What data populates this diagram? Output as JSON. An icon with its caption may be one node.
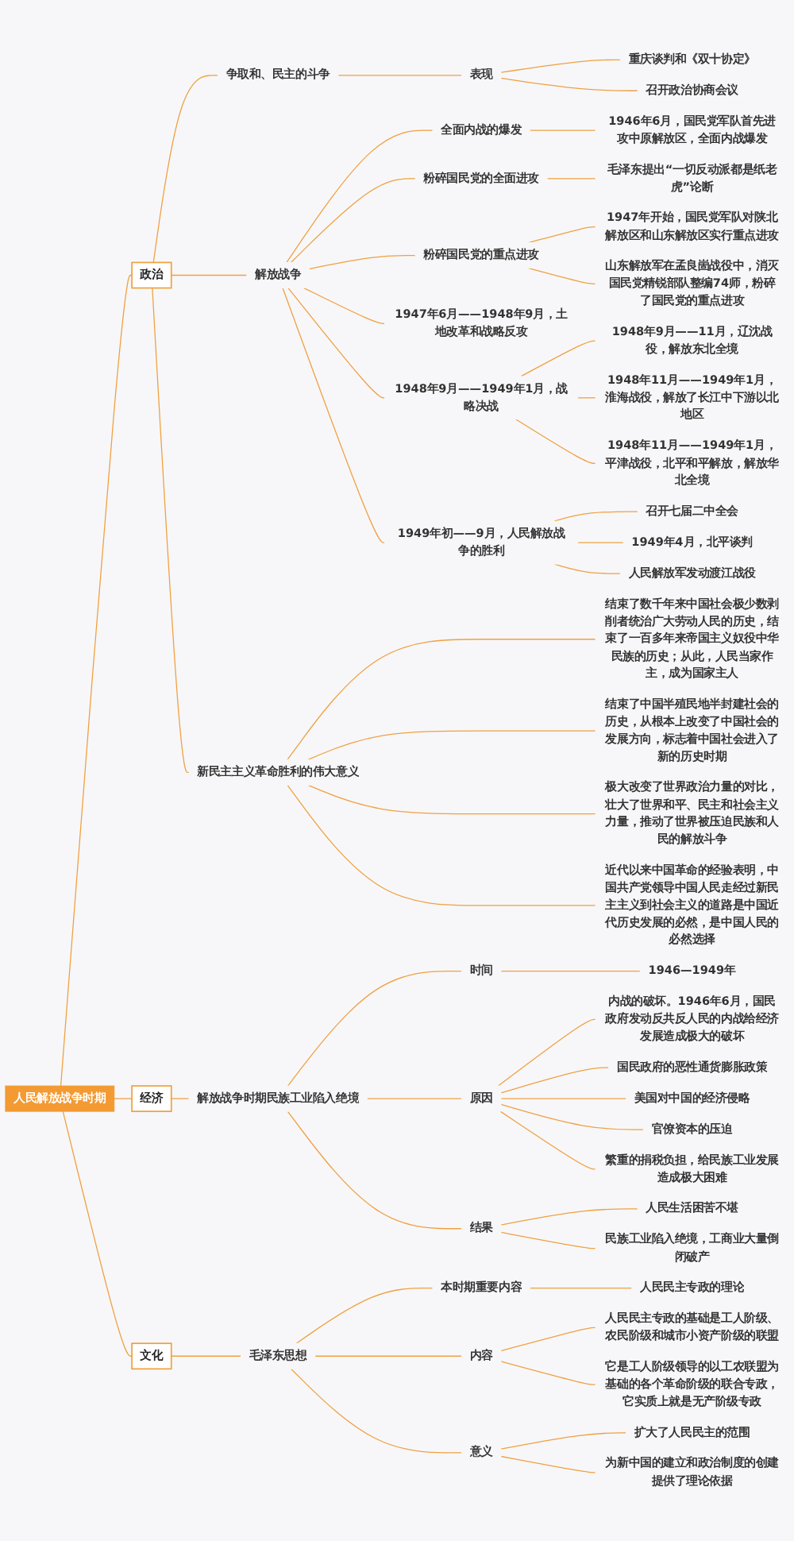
{
  "diagram": {
    "nodes": [
      {
        "text": [
          "人民解放战争时期"
        ]
      },
      {
        "text": [
          "政治"
        ]
      },
      {
        "text": [
          "争取和、民主的斗争"
        ]
      },
      {
        "text": [
          "表现"
        ]
      },
      {
        "text": [
          "重庆谈判和《双十协定》"
        ]
      },
      {
        "text": [
          "召开政治协商会议"
        ]
      },
      {
        "text": [
          "解放战争"
        ]
      },
      {
        "text": [
          "全面内战的爆发"
        ]
      },
      {
        "text": [
          "1946年6月，国民党军队首先进攻中原解放区，全面内战爆发"
        ]
      },
      {
        "text": [
          "粉碎国民党的全面进攻"
        ]
      },
      {
        "text": [
          "毛泽东提出“一切反动派都是纸老虎”论断"
        ]
      },
      {
        "text": [
          "粉碎国民党的重点进攻"
        ]
      },
      {
        "text": [
          "1947年开始，国民党军队对陕北解放区和山东解放区实行重点进攻"
        ]
      },
      {
        "text": [
          "山东解放军在孟良崮战役中，消灭国民党精锐部队整编74师，粉碎了国民党的重点进攻"
        ]
      },
      {
        "text": [
          "1947年6月——1948年9月，土地改革和战略反攻"
        ]
      },
      {
        "text": [
          "1948年9月——1949年1月，战略决战"
        ]
      },
      {
        "text": [
          "1948年9月——11月，辽沈战役，解放东北全境"
        ]
      },
      {
        "text": [
          "1948年11月——1949年1月，淮海战役，解放了长江中下游以北地区"
        ]
      },
      {
        "text": [
          "1948年11月——1949年1月，平津战役，北平和平解放，解放华北全境"
        ]
      },
      {
        "text": [
          "1949年初——9月，人民解放战争的胜利"
        ]
      },
      {
        "text": [
          "召开七届二中全会"
        ]
      },
      {
        "text": [
          "1949年4月，北平谈判"
        ]
      },
      {
        "text": [
          "人民解放军发动渡江战役"
        ]
      },
      {
        "text": [
          "新民主主义革命胜利的伟大意义"
        ]
      },
      {
        "text": [
          "结束了数千年来中国社会极少数剥削者统治广大劳动人民的历史，结束了一百多年来帝国主义奴役中华民族的历史；从此，人民当家作主，成为国家主人"
        ]
      },
      {
        "text": [
          "结束了中国半殖民地半封建社会的历史，从根本上改变了中国社会的发展方向，标志着中国社会进入了新的历史时期"
        ]
      },
      {
        "text": [
          "极大改变了世界政治力量的对比，壮大了世界和平、民主和社会主义力量，推动了世界被压迫民族和人民的解放斗争"
        ]
      },
      {
        "text": [
          "近代以来中国革命的经验表明，中国共产党领导中国人民走经过新民主主义到社会主义的道路是中国近代历史发展的必然，是中国人民的必然选择"
        ]
      },
      {
        "text": [
          "经济"
        ]
      },
      {
        "text": [
          "解放战争时期民族工业陷入绝境"
        ]
      },
      {
        "text": [
          "时间"
        ]
      },
      {
        "text": [
          "1946—1949年"
        ]
      },
      {
        "text": [
          "原因"
        ]
      },
      {
        "text": [
          "内战的破坏。1946年6月，国民政府发动反共反人民的内战给经济发展造成极大的破坏"
        ]
      },
      {
        "text": [
          "国民政府的恶性通货膨胀政策"
        ]
      },
      {
        "text": [
          "美国对中国的经济侵略"
        ]
      },
      {
        "text": [
          "官僚资本的压迫"
        ]
      },
      {
        "text": [
          "繁重的捐税负担，给民族工业发展造成极大困难"
        ]
      },
      {
        "text": [
          "结果"
        ]
      },
      {
        "text": [
          "人民生活困苦不堪"
        ]
      },
      {
        "text": [
          "民族工业陷入绝境，工商业大量倒闭破产"
        ]
      },
      {
        "text": [
          "文化"
        ]
      },
      {
        "text": [
          "毛泽东思想"
        ]
      },
      {
        "text": [
          "本时期重要内容"
        ]
      },
      {
        "text": [
          "人民民主专政的理论"
        ]
      },
      {
        "text": [
          "内容"
        ]
      },
      {
        "text": [
          "人民民主专政的基础是工人阶级、农民阶级和城市小资产阶级的联盟"
        ]
      },
      {
        "text": [
          "它是工人阶级领导的以工农联盟为基础的各个革命阶级的联合专政，它实质上就是无产阶级专政"
        ]
      },
      {
        "text": [
          "意义"
        ]
      },
      {
        "text": [
          "扩大了人民民主的范围"
        ]
      },
      {
        "text": [
          "为新中国的建立和政治制度的创建提供了理论依据"
        ]
      }
    ],
    "edges": [
      {
        "from": 0,
        "to": 1,
        "arrow": "none"
      },
      {
        "from": 1,
        "to": 2,
        "arrow": "none"
      },
      {
        "from": 2,
        "to": 3,
        "arrow": "none"
      },
      {
        "from": 3,
        "to": 4,
        "arrow": "none"
      },
      {
        "from": 3,
        "to": 5,
        "arrow": "none"
      },
      {
        "from": 1,
        "to": 6,
        "arrow": "none"
      },
      {
        "from": 6,
        "to": 7,
        "arrow": "none"
      },
      {
        "from": 7,
        "to": 8,
        "arrow": "none"
      },
      {
        "from": 6,
        "to": 9,
        "arrow": "none"
      },
      {
        "from": 9,
        "to": 10,
        "arrow": "none"
      },
      {
        "from": 6,
        "to": 11,
        "arrow": "none"
      },
      {
        "from": 11,
        "to": 12,
        "arrow": "none"
      },
      {
        "from": 11,
        "to": 13,
        "arrow": "none"
      },
      {
        "from": 6,
        "to": 14,
        "arrow": "none"
      },
      {
        "from": 6,
        "to": 15,
        "arrow": "none"
      },
      {
        "from": 15,
        "to": 16,
        "arrow": "none"
      },
      {
        "from": 15,
        "to": 17,
        "arrow": "none"
      },
      {
        "from": 15,
        "to": 18,
        "arrow": "none"
      },
      {
        "from": 6,
        "to": 19,
        "arrow": "none"
      },
      {
        "from": 19,
        "to": 20,
        "arrow": "none"
      },
      {
        "from": 19,
        "to": 21,
        "arrow": "none"
      },
      {
        "from": 19,
        "to": 22,
        "arrow": "none"
      },
      {
        "from": 1,
        "to": 23,
        "arrow": "none"
      },
      {
        "from": 23,
        "to": 24,
        "arrow": "none"
      },
      {
        "from": 23,
        "to": 25,
        "arrow": "none"
      },
      {
        "from": 23,
        "to": 26,
        "arrow": "none"
      },
      {
        "from": 23,
        "to": 27,
        "arrow": "none"
      },
      {
        "from": 0,
        "to": 28,
        "arrow": "none"
      },
      {
        "from": 28,
        "to": 29,
        "arrow": "none"
      },
      {
        "from": 29,
        "to": 30,
        "arrow": "none"
      },
      {
        "from": 30,
        "to": 31,
        "arrow": "none"
      },
      {
        "from": 29,
        "to": 32,
        "arrow": "none"
      },
      {
        "from": 32,
        "to": 33,
        "arrow": "none"
      },
      {
        "from": 32,
        "to": 34,
        "arrow": "none"
      },
      {
        "from": 32,
        "to": 35,
        "arrow": "none"
      },
      {
        "from": 32,
        "to": 36,
        "arrow": "none"
      },
      {
        "from": 32,
        "to": 37,
        "arrow": "none"
      },
      {
        "from": 29,
        "to": 38,
        "arrow": "none"
      },
      {
        "from": 38,
        "to": 39,
        "arrow": "none"
      },
      {
        "from": 38,
        "to": 40,
        "arrow": "none"
      },
      {
        "from": 0,
        "to": 41,
        "arrow": "none"
      },
      {
        "from": 41,
        "to": 42,
        "arrow": "none"
      },
      {
        "from": 42,
        "to": 43,
        "arrow": "none"
      },
      {
        "from": 43,
        "to": 44,
        "arrow": "none"
      },
      {
        "from": 42,
        "to": 45,
        "arrow": "none"
      },
      {
        "from": 45,
        "to": 46,
        "arrow": "none"
      },
      {
        "from": 45,
        "to": 47,
        "arrow": "none"
      },
      {
        "from": 42,
        "to": 48,
        "arrow": "none"
      },
      {
        "from": 48,
        "to": 49,
        "arrow": "none"
      },
      {
        "from": 48,
        "to": 50,
        "arrow": "none"
      }
    ]
  }
}
